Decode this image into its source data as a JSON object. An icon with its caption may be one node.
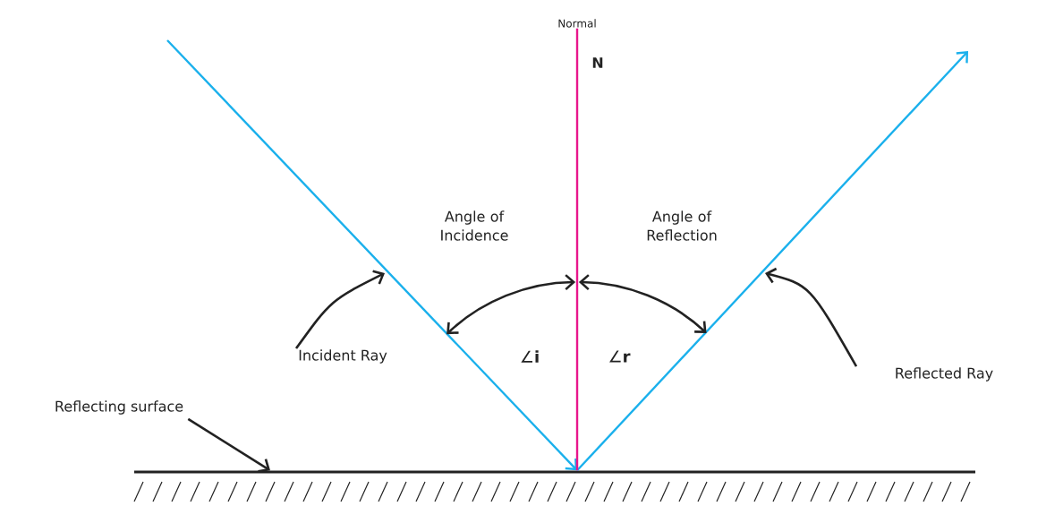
{
  "diagram": {
    "nodes": [
      {
        "text": [
          "Normal"
        ]
      },
      {
        "text": [],
        "shape": "bar"
      },
      {
        "text": [
          "Incident Ray"
        ]
      },
      {
        "text": [
          "Reflected Ray"
        ]
      },
      {
        "text": [
          "Reflecting surface"
        ]
      }
    ],
    "edges": [
      {
        "from": null,
        "to": 1,
        "arrow": "to",
        "color": "#1ab0ec"
      },
      {
        "from": 1,
        "to": null,
        "arrow": "to",
        "color": "#1ab0ec"
      },
      {
        "from": 1,
        "to": 0,
        "arrow": "none",
        "color": "#e8168c"
      },
      {
        "from": 2,
        "to": null,
        "arrow": "to"
      },
      {
        "from": 3,
        "to": null,
        "arrow": "to"
      },
      {
        "from": 4,
        "to": 1,
        "arrow": "to"
      }
    ],
    "labels": [
      "N",
      "Angle of Incidence",
      "Angle of Reflection",
      "∠**i**",
      "∠**r**"
    ]
  }
}
